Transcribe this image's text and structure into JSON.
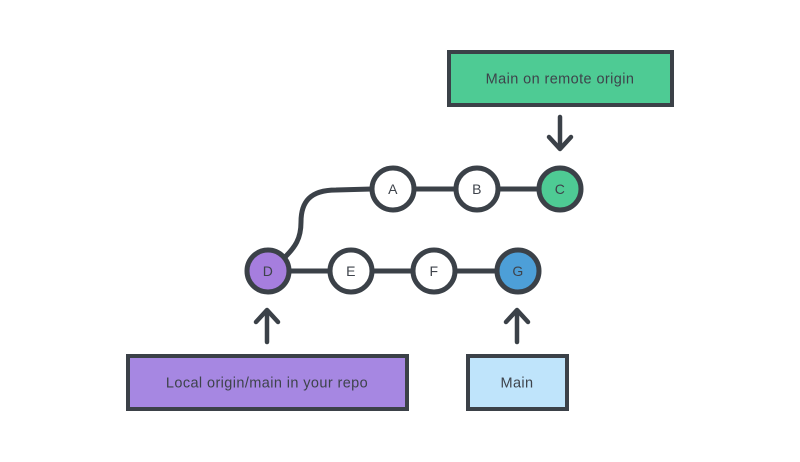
{
  "colors": {
    "stroke": "#3b4148",
    "text": "#3e434b",
    "white": "#ffffff",
    "green": "#4ecb94",
    "purple_node": "#a67ede",
    "purple_box": "#a687e2",
    "blue_node": "#4d9fd8",
    "light_blue_box": "#bfe4fb"
  },
  "boxes": {
    "remote": {
      "label": "Main on remote origin",
      "fill": "#4ecb94"
    },
    "local": {
      "label": "Local origin/main in your repo",
      "fill": "#a687e2"
    },
    "main": {
      "label": "Main",
      "fill": "#bfe4fb"
    }
  },
  "nodes": {
    "a": {
      "label": "A",
      "fill": "#ffffff"
    },
    "b": {
      "label": "B",
      "fill": "#ffffff"
    },
    "c": {
      "label": "C",
      "fill": "#4ecb94"
    },
    "d": {
      "label": "D",
      "fill": "#a67ede"
    },
    "e": {
      "label": "E",
      "fill": "#ffffff"
    },
    "f": {
      "label": "F",
      "fill": "#ffffff"
    },
    "g": {
      "label": "G",
      "fill": "#4d9fd8"
    }
  },
  "branches": {
    "remote_branch_commits": [
      "A",
      "B",
      "C"
    ],
    "local_branch_commits": [
      "D",
      "E",
      "F",
      "G"
    ]
  }
}
